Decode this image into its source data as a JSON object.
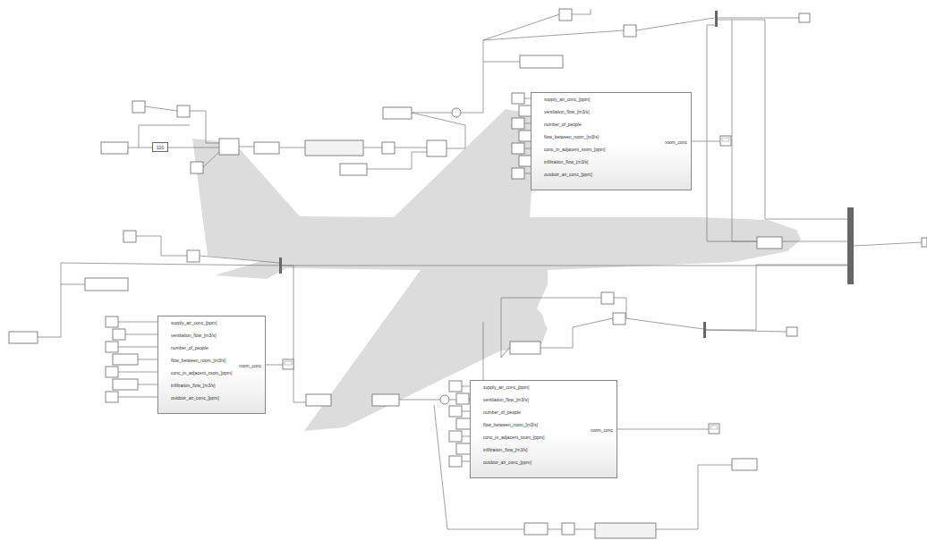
{
  "diagram": {
    "nodes": [
      {
        "text": [
          "100"
        ]
      },
      {
        "text": [
          "supply_air_conc_[ppm]",
          "ventilation_flow_[m3/s]",
          "number_of_people",
          "flow_between_room_[m3/s]",
          "conc_in_adjacent_room_[ppm]",
          "infiltration_flow_[m3/s]",
          "outdoor_air_conc_[ppm]",
          "room_conc"
        ]
      },
      {
        "text": [
          "supply_air_conc_[ppm]",
          "ventilation_flow_[m3/s]",
          "number_of_people",
          "flow_between_room_[m3/s]",
          "conc_in_adjacent_room_[ppm]",
          "infiltration_flow_[m3/s]",
          "outdoor_air_conc_[ppm]",
          "room_conc"
        ]
      },
      {
        "text": [
          "supply_air_conc_[ppm]",
          "ventilation_flow_[m3/s]",
          "number_of_people",
          "flow_between_room_[m3/s]",
          "conc_in_adjacent_room_[ppm]",
          "infiltration_flow_[m3/s]",
          "outdoor_air_conc_[ppm]",
          "room_conc"
        ]
      }
    ]
  }
}
